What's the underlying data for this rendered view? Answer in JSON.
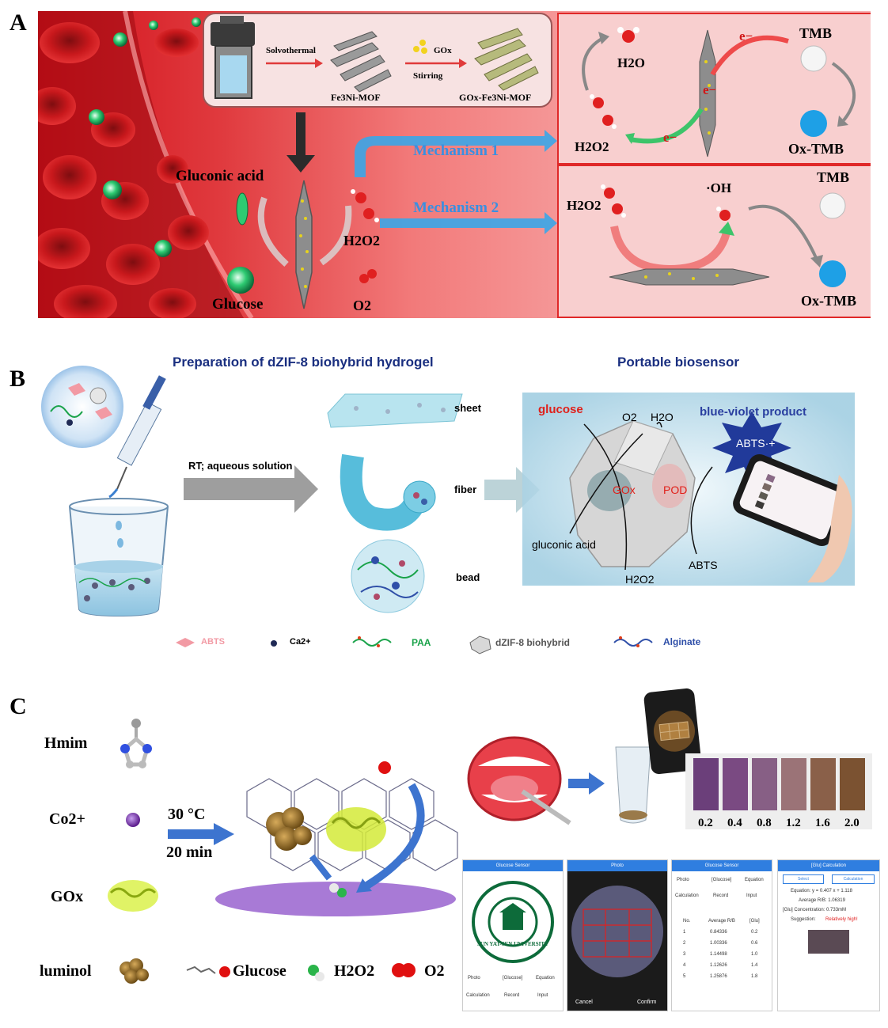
{
  "panel_labels": {
    "a": "A",
    "b": "B",
    "c": "C"
  },
  "panel_a": {
    "synthesis": {
      "step1": "Solvothermal",
      "product1": "Fe3Ni-MOF",
      "reagent": "GOx",
      "step2": "Stirring",
      "product2": "GOx-Fe3Ni-MOF"
    },
    "left": {
      "gluconic_acid": "Gluconic acid",
      "glucose": "Glucose",
      "h2o2": "H2O2",
      "o2": "O2"
    },
    "mechanism1": "Mechanism 1",
    "mechanism2": "Mechanism 2",
    "box1": {
      "h2o": "H2O",
      "h2o2": "H2O2",
      "e1": "e−",
      "e2": "e−",
      "e3": "e−",
      "tmb": "TMB",
      "oxtmb": "Ox-TMB"
    },
    "box2": {
      "h2o2": "H2O2",
      "oh": "·OH",
      "tmb": "TMB",
      "oxtmb": "Ox-TMB"
    }
  },
  "panel_b": {
    "title_left": "Preparation of dZIF-8 biohybrid hydrogel",
    "title_right": "Portable biosensor",
    "arrow_label": "RT; aqueous solution",
    "forms": {
      "sheet": "sheet",
      "fiber": "fiber",
      "bead": "bead"
    },
    "sensor": {
      "glucose": "glucose",
      "o2": "O2",
      "h2o": "H2O",
      "product": "blue-violet product",
      "abts_radical": "ABTS·+",
      "gox": "GOx",
      "pod": "POD",
      "gluconic_acid": "gluconic acid",
      "abts": "ABTS",
      "h2o2": "H2O2"
    },
    "legend": [
      {
        "label": "ABTS",
        "color": "#f29aa4"
      },
      {
        "label": "Ca2+",
        "color": "#1f2a55"
      },
      {
        "label": "PAA",
        "color": "#1aa34a"
      },
      {
        "label": "dZIF-8 biohybrid",
        "color": "#555555"
      },
      {
        "label": "Alginate",
        "color": "#2f4fa8"
      }
    ]
  },
  "panel_c": {
    "reagents": {
      "hmim": "Hmim",
      "co": "Co2+",
      "gox": "GOx",
      "luminol": "luminol"
    },
    "conditions": {
      "temp": "30 °C",
      "time": "20 min"
    },
    "legend": {
      "glucose": "Glucose",
      "h2o2": "H2O2",
      "o2": "O2"
    },
    "swatches": [
      {
        "label": "0.2",
        "color": "#6b3f7a"
      },
      {
        "label": "0.4",
        "color": "#7a4a82"
      },
      {
        "label": "0.8",
        "color": "#875f85"
      },
      {
        "label": "1.2",
        "color": "#9b7377"
      },
      {
        "label": "1.6",
        "color": "#8a6049"
      },
      {
        "label": "2.0",
        "color": "#7b5231"
      }
    ],
    "app": {
      "screen1_title": "Glucose Sensor",
      "university": "SUN YAT-SEN UNIVERSITY",
      "screen2_title": "Photo",
      "cancel": "Cancel",
      "confirm": "Confirm",
      "screen3_title": "Glucose Sensor",
      "screen4_title": "[Glu] Calculation",
      "select": "Select",
      "calculation": "Calculation",
      "equation": "Equation:  y = 0.407 x + 1.118",
      "average": "Average R/B:  1.06319",
      "concentration": "[Glu] Concentration:  0.733mM",
      "suggestion_label": "Suggestion:",
      "suggestion_value": "Relatively high!",
      "func_items": [
        "Photo",
        "[Glucose]",
        "Equation",
        "Calculation",
        "Record",
        "Input"
      ],
      "table_headers": [
        "No.",
        "Average R/B",
        "[Glu]"
      ],
      "table_rows": [
        [
          "1",
          "0.84336",
          "0.2"
        ],
        [
          "2",
          "1.00336",
          "0.6"
        ],
        [
          "3",
          "1.14498",
          "1.0"
        ],
        [
          "4",
          "1.12626",
          "1.4"
        ],
        [
          "5",
          "1.25876",
          "1.8"
        ]
      ]
    }
  }
}
